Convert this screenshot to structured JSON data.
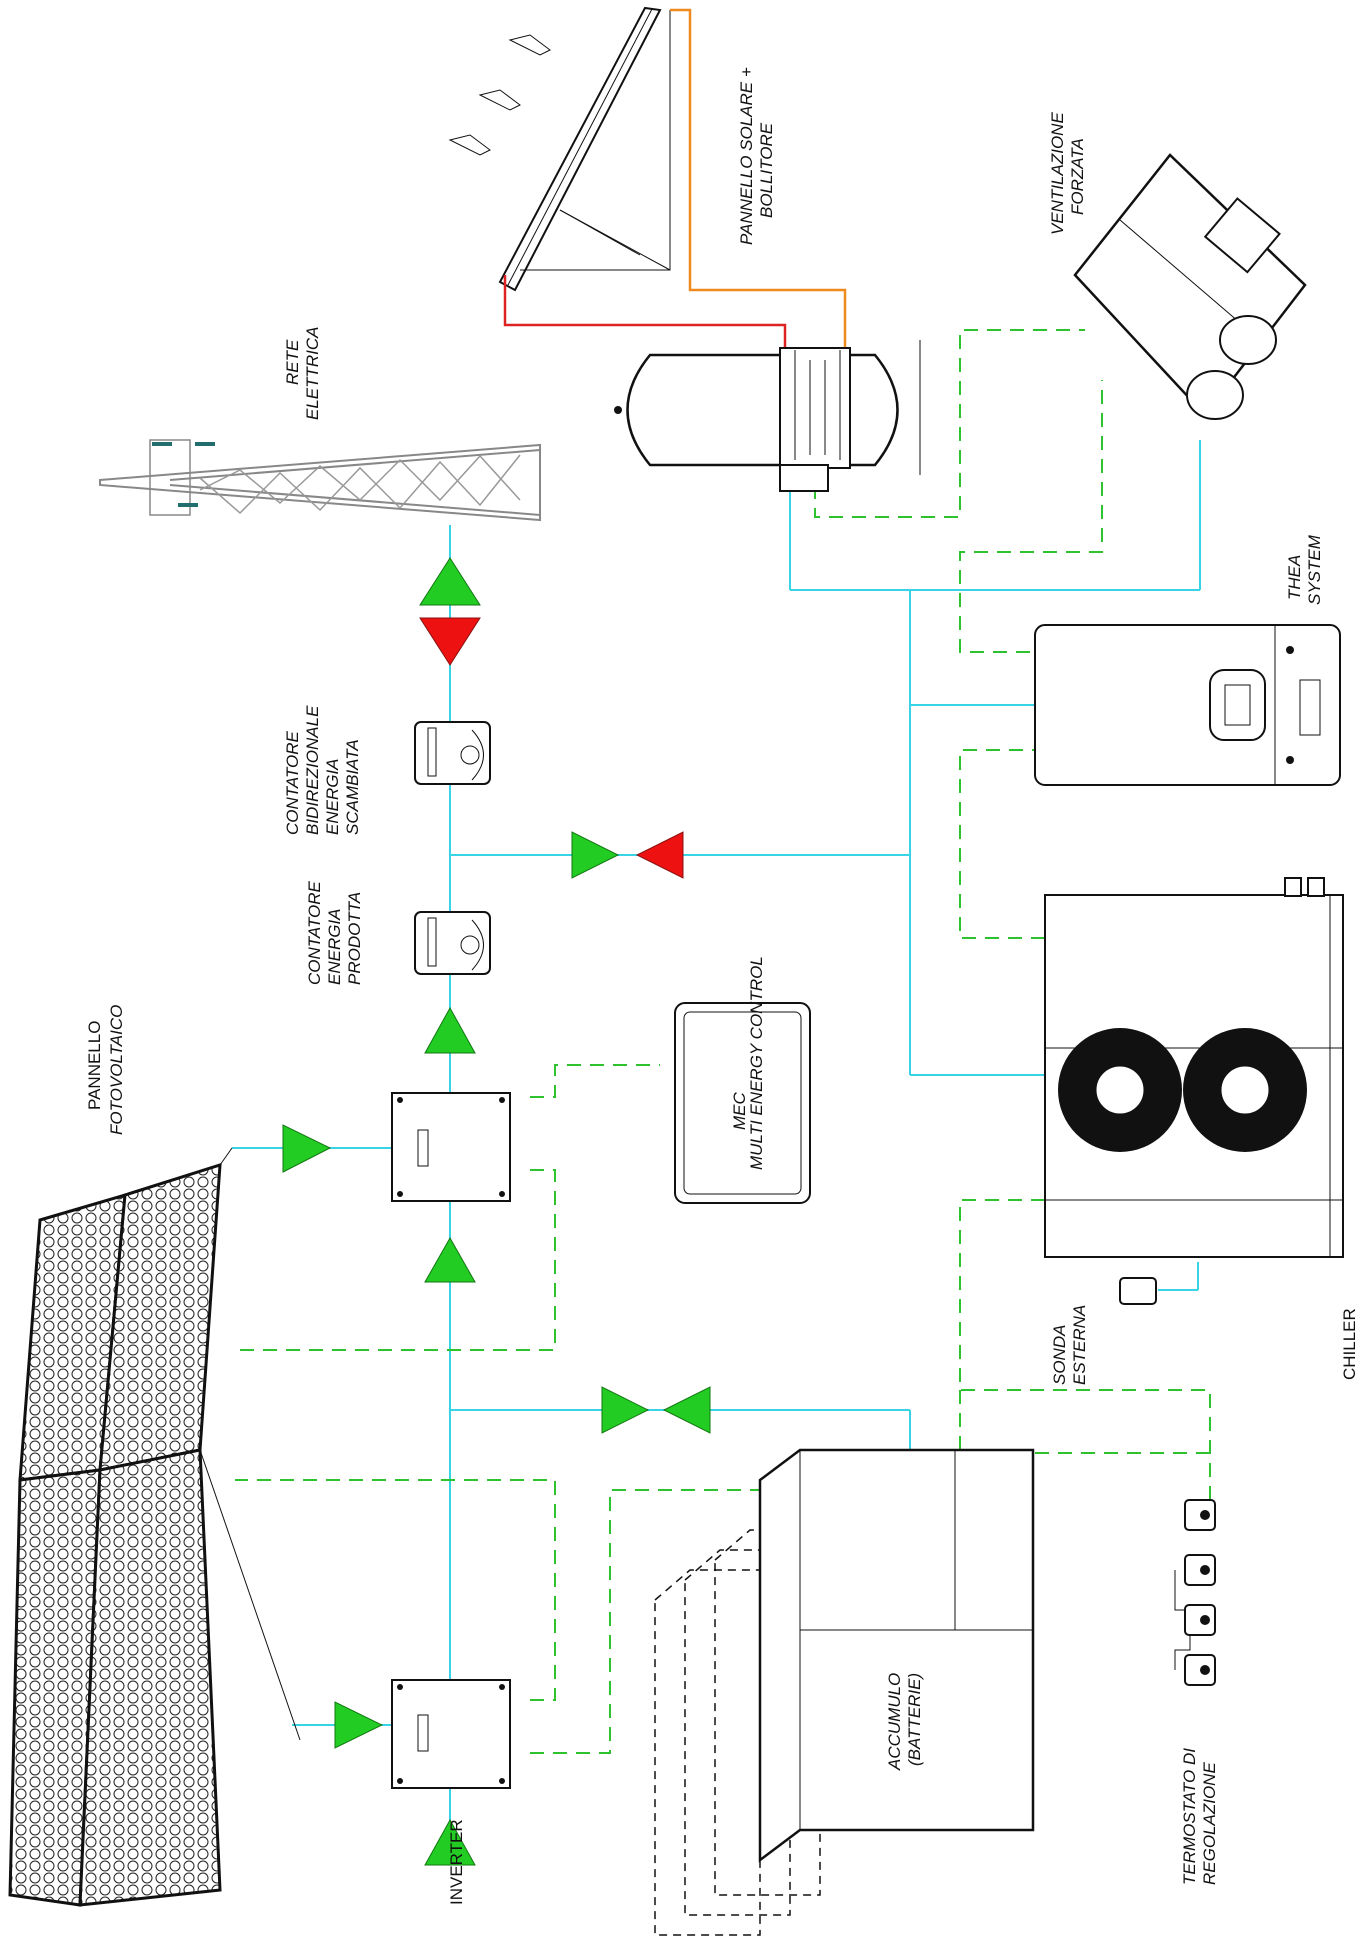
{
  "labels": {
    "pannello_fotovoltaico": [
      "PANNELLO",
      "FOTOVOLTAICO"
    ],
    "inverter": "INVERTER",
    "contatore_prodotta": [
      "CONTATORE",
      "ENERGIA",
      "PRODOTTA"
    ],
    "contatore_bidirezionale": [
      "CONTATORE",
      "BIDIREZIONALE",
      "ENERGIA",
      "SCAMBIATA"
    ],
    "rete_elettrica": [
      "RETE",
      "ELETTRICA"
    ],
    "pannello_solare": [
      "PANNELLO SOLARE +",
      "BOLLITORE"
    ],
    "ventilazione": [
      "VENTILAZIONE",
      "FORZATA"
    ],
    "thea": [
      "THEA",
      "SYSTEM"
    ],
    "mec_title": "MEC",
    "mec_sub": "MULTI ENERGY CONTROL",
    "accumulo": [
      "ACCUMULO",
      "(BATTERIE)"
    ],
    "sonda": [
      "SONDA",
      "ESTERNA"
    ],
    "chiller": "CHILLER",
    "termostato": [
      "TERMOSTATO DI",
      "REGOLAZIONE"
    ]
  },
  "colors": {
    "power_line": "#39d3e6",
    "signal_line": "#2ec22e",
    "flow_in": "#22cc22",
    "flow_out": "#ee1111",
    "hot_pipe": "#dd2222",
    "cold_pipe": "#f08a1e"
  }
}
